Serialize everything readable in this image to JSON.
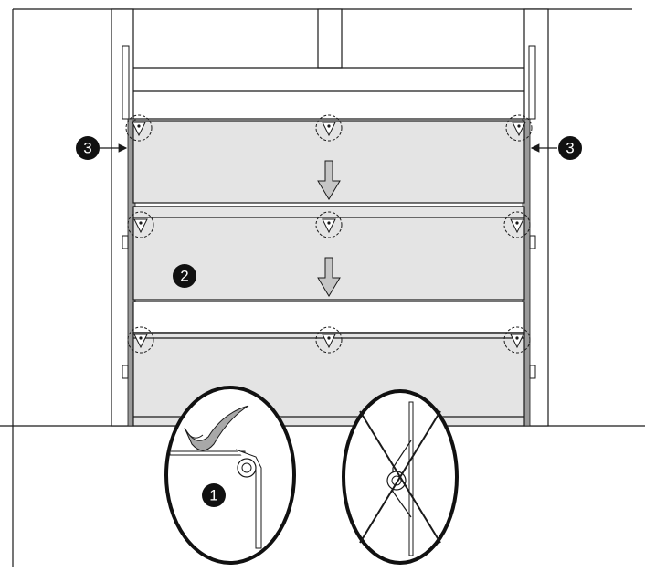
{
  "step_labels": {
    "install_hinge": "1",
    "lower_panels": "2",
    "side_left": "3",
    "side_right": "3"
  },
  "colors": {
    "line": "#1a1a1a",
    "panel_fill": "#e4e4e4",
    "arrow_fill": "#c6c6c6",
    "badge_fill": "#111111"
  },
  "icons": {
    "down_arrow": "down-arrow-icon",
    "correct_hinge": "check-hinge-icon",
    "wrong_hinge": "crossed-hinge-icon"
  }
}
